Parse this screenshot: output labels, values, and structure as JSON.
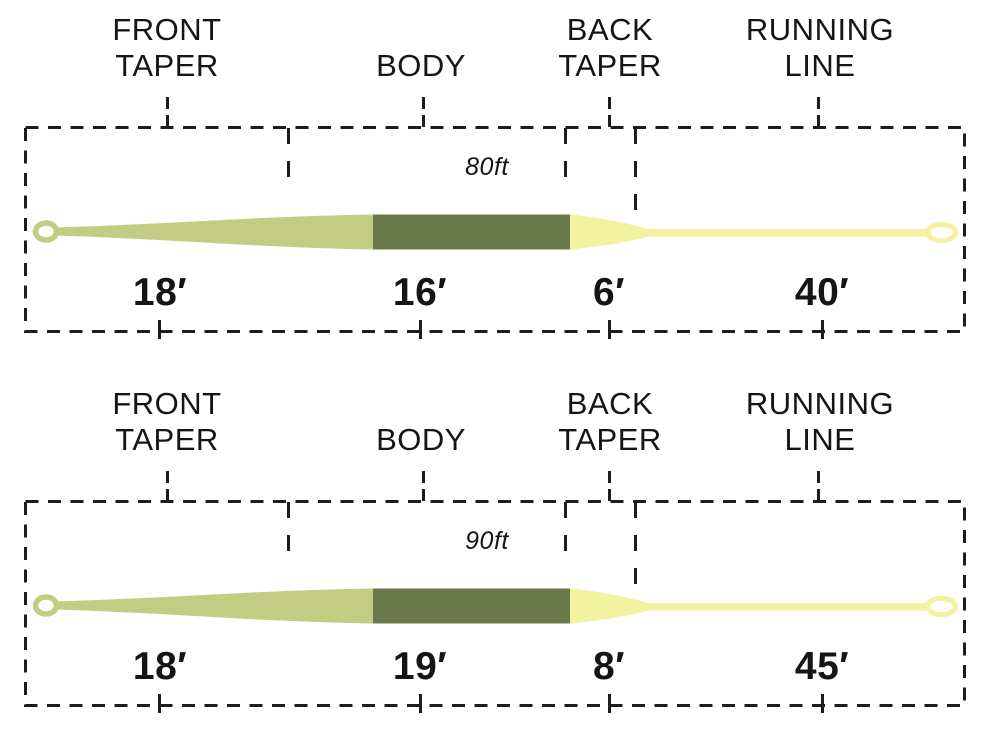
{
  "diagram": {
    "figures": [
      {
        "total_length": "80ft",
        "sections": [
          {
            "label": "FRONT TAPER",
            "length": "18′"
          },
          {
            "label": "BODY",
            "length": "16′"
          },
          {
            "label": "BACK TAPER",
            "length": "6′"
          },
          {
            "label": "RUNNING LINE",
            "length": "40′"
          }
        ]
      },
      {
        "total_length": "90ft",
        "sections": [
          {
            "label": "FRONT TAPER",
            "length": "18′"
          },
          {
            "label": "BODY",
            "length": "19′"
          },
          {
            "label": "BACK TAPER",
            "length": "8′"
          },
          {
            "label": "RUNNING LINE",
            "length": "45′"
          }
        ]
      }
    ],
    "colors": {
      "front_taper": "#c3cc83",
      "body": "#6b784a",
      "running_line": "#f2f2a0",
      "outline": "#1d1d1d"
    }
  }
}
